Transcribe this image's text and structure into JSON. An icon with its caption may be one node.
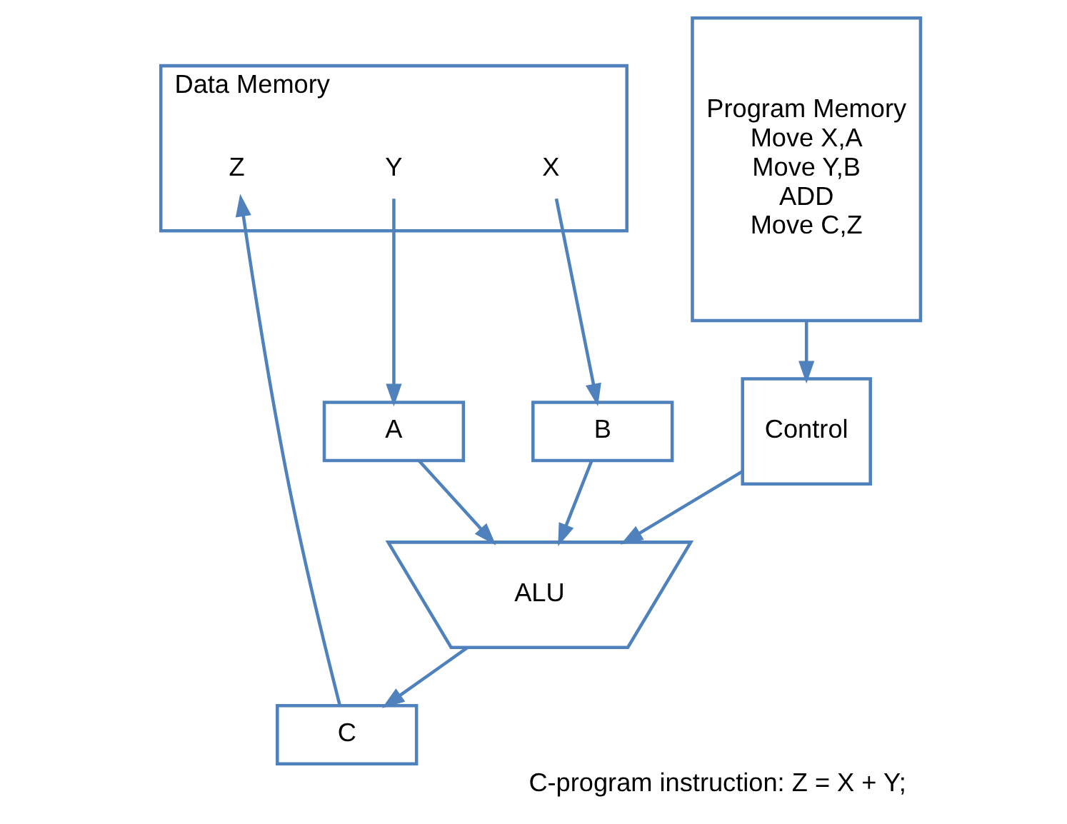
{
  "diagram": {
    "caption": "C-program instruction: Z = X + Y;",
    "nodes": [
      {
        "text": [
          "Data Memory"
        ]
      },
      {
        "text": [
          "X"
        ],
        "in": 0
      },
      {
        "text": [
          "Y"
        ],
        "in": 0
      },
      {
        "text": [
          "Z"
        ],
        "in": 0
      },
      {
        "text": [
          "A"
        ]
      },
      {
        "text": [
          "B"
        ]
      },
      {
        "text": [
          "ALU"
        ]
      },
      {
        "text": [
          "C"
        ]
      },
      {
        "text": [
          "Control"
        ]
      },
      {
        "text": [
          "Program Memory",
          "Move X,A",
          "Move Y,B",
          "ADD",
          "Move C,Z"
        ]
      }
    ],
    "edges": [
      {
        "from": 1,
        "to": 5,
        "arrow": "to"
      },
      {
        "from": 2,
        "to": 4,
        "arrow": "to"
      },
      {
        "from": 4,
        "to": 6,
        "arrow": "to"
      },
      {
        "from": 5,
        "to": 6,
        "arrow": "to"
      },
      {
        "from": 6,
        "to": 7,
        "arrow": "to"
      },
      {
        "from": 7,
        "to": 3,
        "arrow": "to"
      },
      {
        "from": 9,
        "to": 8,
        "arrow": "to"
      },
      {
        "from": 8,
        "to": 6,
        "arrow": "to"
      }
    ]
  }
}
